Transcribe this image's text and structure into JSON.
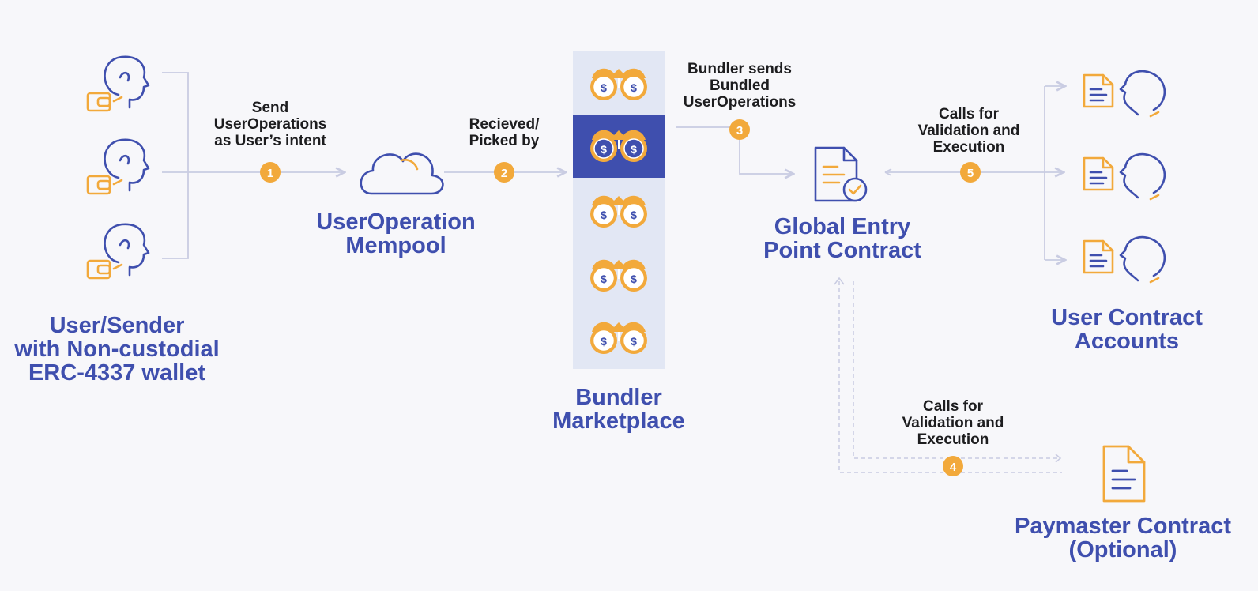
{
  "colors": {
    "primary": "#3f4fae",
    "accent": "#f2a93b",
    "line": "#c9cce2",
    "column": "#e2e7f4",
    "highlight": "#3f4fae",
    "text": "#1d1d1f"
  },
  "nodes": {
    "sender": {
      "title_lines": [
        "User/Sender",
        "with Non-custodial",
        "ERC-4337 wallet"
      ]
    },
    "mempool": {
      "title_lines": [
        "UserOperation",
        "Mempool"
      ]
    },
    "bundler": {
      "title_lines": [
        "Bundler",
        "Marketplace"
      ],
      "highlighted_index": 1,
      "count": 5
    },
    "entry_point": {
      "title_lines": [
        "Global Entry",
        "Point Contract"
      ]
    },
    "accounts": {
      "title_lines": [
        "User Contract",
        "Accounts"
      ]
    },
    "paymaster": {
      "title_lines": [
        "Paymaster Contract",
        "(Optional)"
      ]
    }
  },
  "steps": [
    {
      "number": "1",
      "label_lines": [
        "Send",
        "UserOperations",
        "as User’s intent"
      ]
    },
    {
      "number": "2",
      "label_lines": [
        "Recieved/",
        "Picked by"
      ]
    },
    {
      "number": "3",
      "label_lines": [
        "Bundler sends",
        "Bundled",
        "UserOperations"
      ]
    },
    {
      "number": "4",
      "label_lines": [
        "Calls for",
        "Validation and",
        "Execution"
      ]
    },
    {
      "number": "5",
      "label_lines": [
        "Calls for",
        "Validation and",
        "Execution"
      ]
    }
  ],
  "icons": {
    "user": "user-head-icon",
    "wallet": "wallet-icon",
    "cloud": "cloud-icon",
    "bundler": "binoculars-icon",
    "contract": "contract-check-icon",
    "document": "document-icon"
  }
}
